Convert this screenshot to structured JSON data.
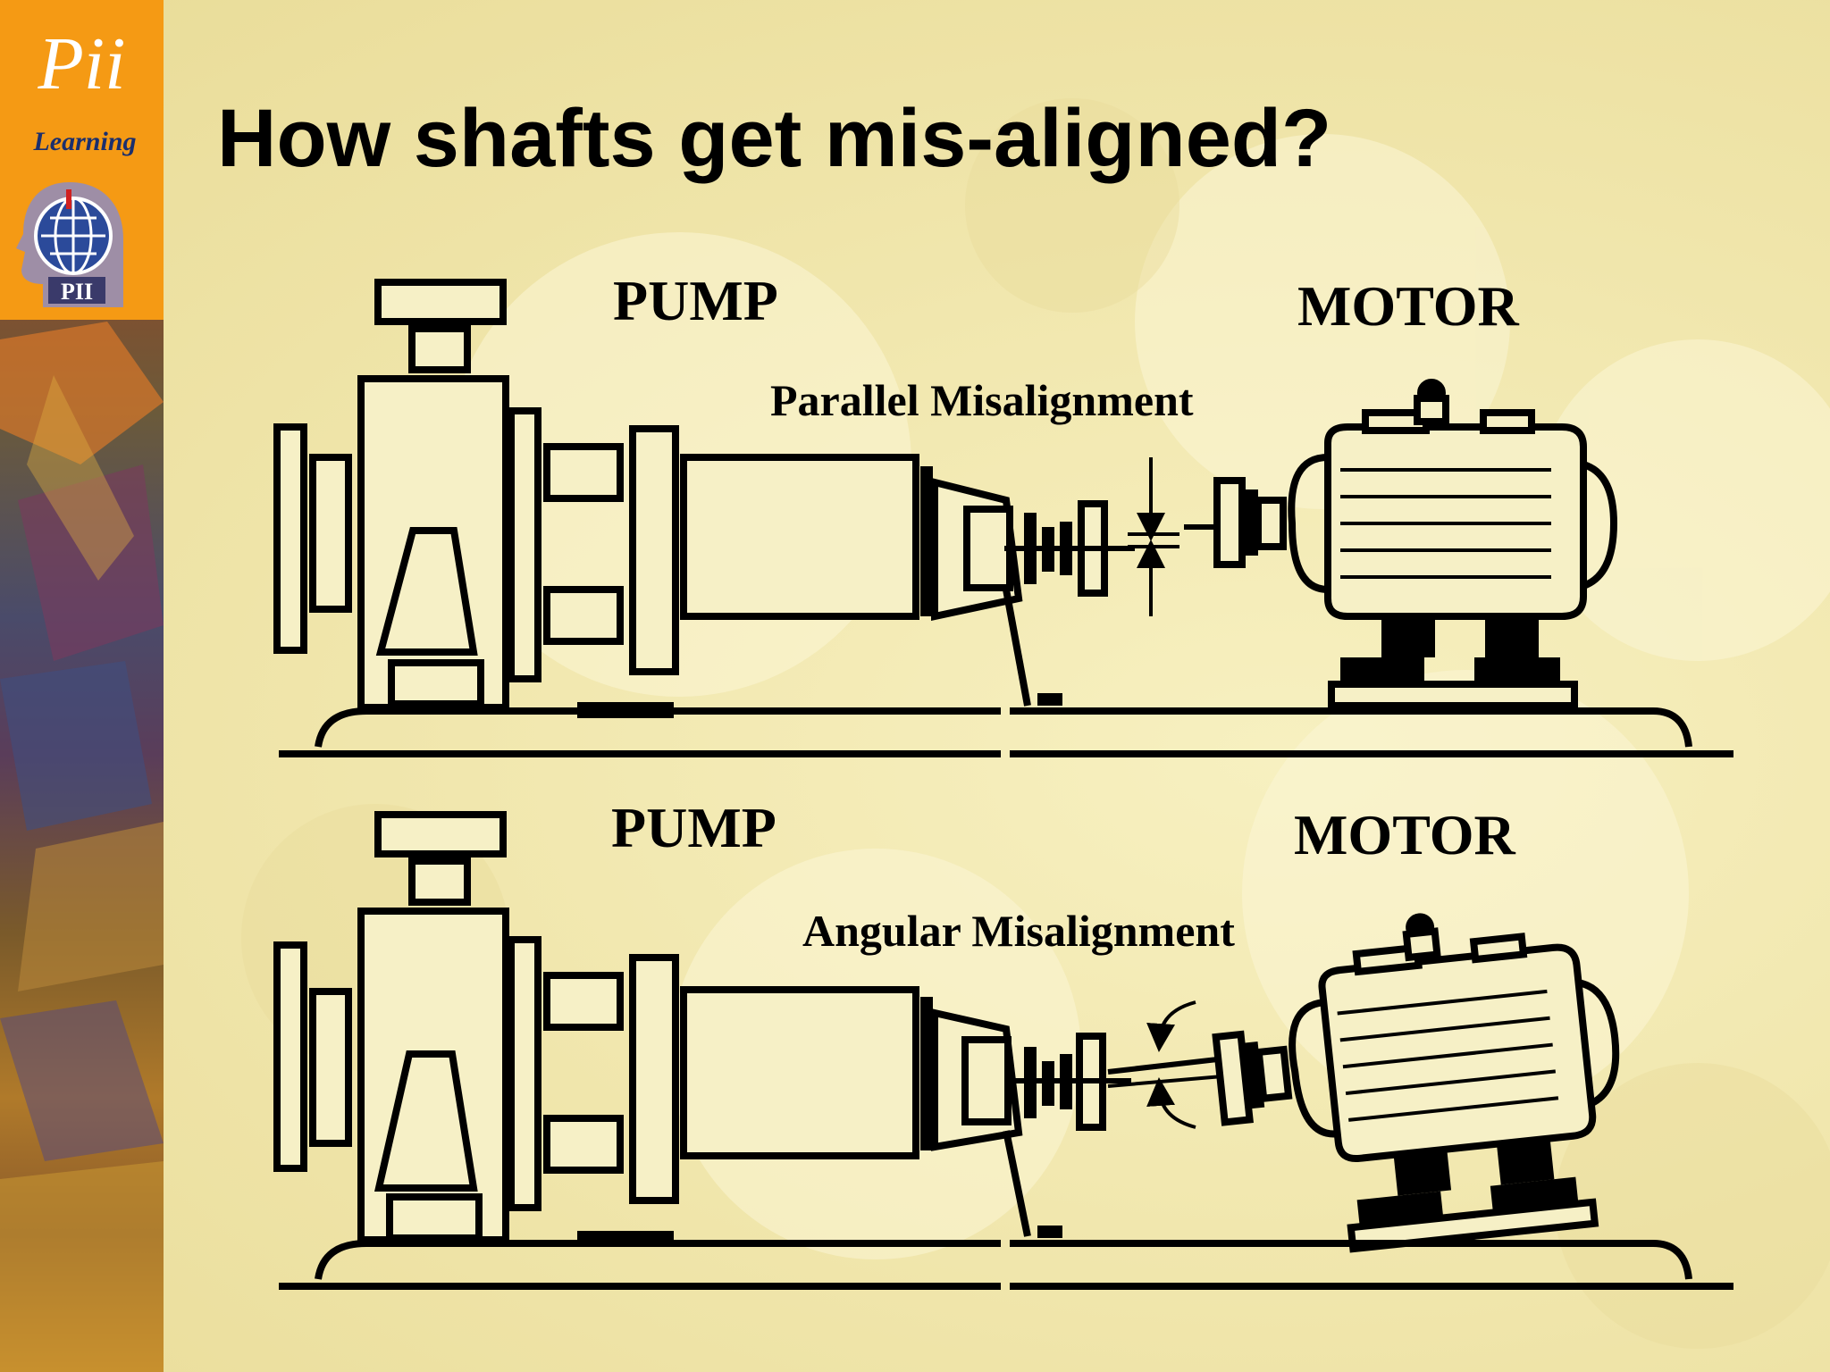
{
  "logo": {
    "title": "Pii",
    "subtitle": "Learning",
    "emblem_text": "PII"
  },
  "slide": {
    "title": "How shafts get mis-aligned?"
  },
  "diagram_top": {
    "pump_label": "PUMP",
    "motor_label": "MOTOR",
    "misalignment_label": "Parallel Misalignment"
  },
  "diagram_bottom": {
    "pump_label": "PUMP",
    "motor_label": "MOTOR",
    "misalignment_label": "Angular Misalignment"
  },
  "colors": {
    "background": "#f3eab4",
    "sidebar_logo": "#f59a14",
    "ink": "#000000",
    "machine_fill": "#f6f0c6"
  }
}
